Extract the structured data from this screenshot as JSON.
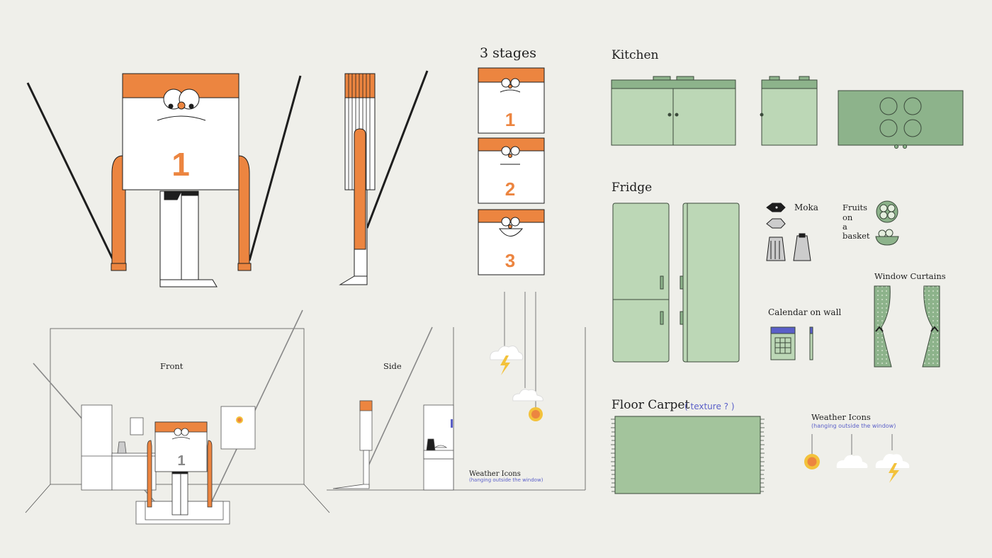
{
  "headings": {
    "stages": "3 stages",
    "kitchen": "Kitchen",
    "fridge": "Fridge",
    "floor_carpet": "Floor Carpet",
    "floor_carpet_hint": "( texture ? )",
    "window_curtains": "Window Curtains",
    "calendar_on_wall": "Calendar on wall",
    "weather_icons": "Weather Icons",
    "weather_icons_note": "(hanging outside the window)",
    "front": "Front",
    "side": "Side",
    "scene_weather_icons": "Weather Icons",
    "scene_weather_note": "(hanging outside the window)"
  },
  "labels": {
    "moka": "Moka",
    "fruits_line1": "Fruits",
    "fruits_line2": "on",
    "fruits_line3": "a",
    "fruits_line4": "basket"
  },
  "character": {
    "number": "1"
  },
  "stages": [
    {
      "number": "1",
      "mood": "sad"
    },
    {
      "number": "2",
      "mood": "neutral"
    },
    {
      "number": "3",
      "mood": "happy"
    }
  ],
  "front_scene_number": "1",
  "colors": {
    "orange": "#ec8540",
    "green_light": "#bcd7b6",
    "green_mid": "#8db38b",
    "green_carpet": "#a3c49c",
    "bg": "#efefea",
    "yellow": "#f3c23b",
    "purple": "#5a5fc8"
  },
  "icons": [
    "moka-pot-icon",
    "fruit-basket-icon",
    "calendar-icon",
    "sun-icon",
    "cloud-icon",
    "storm-cloud-icon"
  ]
}
